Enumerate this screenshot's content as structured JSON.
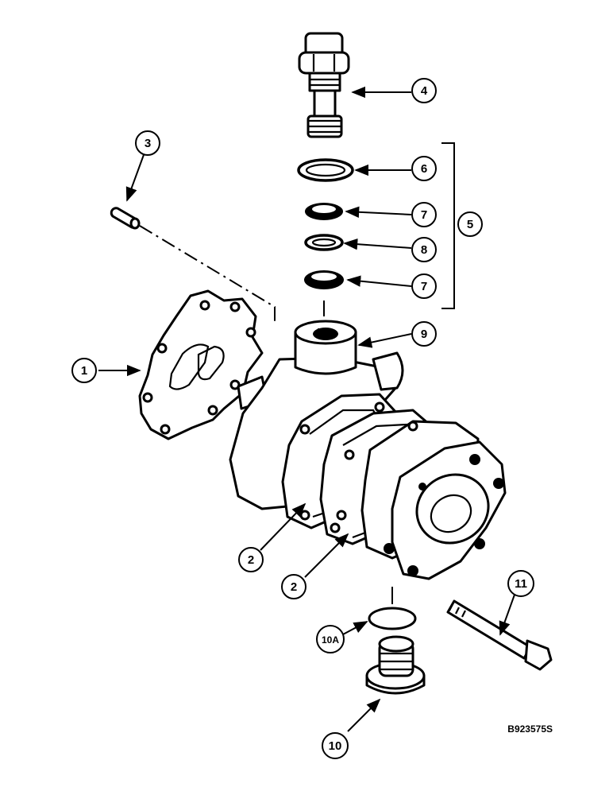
{
  "drawing_code": "B923575S",
  "callouts": [
    {
      "id": "c4",
      "label": "4"
    },
    {
      "id": "c3",
      "label": "3"
    },
    {
      "id": "c6",
      "label": "6"
    },
    {
      "id": "c7a",
      "label": "7"
    },
    {
      "id": "c5",
      "label": "5"
    },
    {
      "id": "c8",
      "label": "8"
    },
    {
      "id": "c7b",
      "label": "7"
    },
    {
      "id": "c9",
      "label": "9"
    },
    {
      "id": "c1",
      "label": "1"
    },
    {
      "id": "c2a",
      "label": "2"
    },
    {
      "id": "c2b",
      "label": "2"
    },
    {
      "id": "c11",
      "label": "11"
    },
    {
      "id": "c10a",
      "label": "10A"
    },
    {
      "id": "c10",
      "label": "10"
    }
  ]
}
